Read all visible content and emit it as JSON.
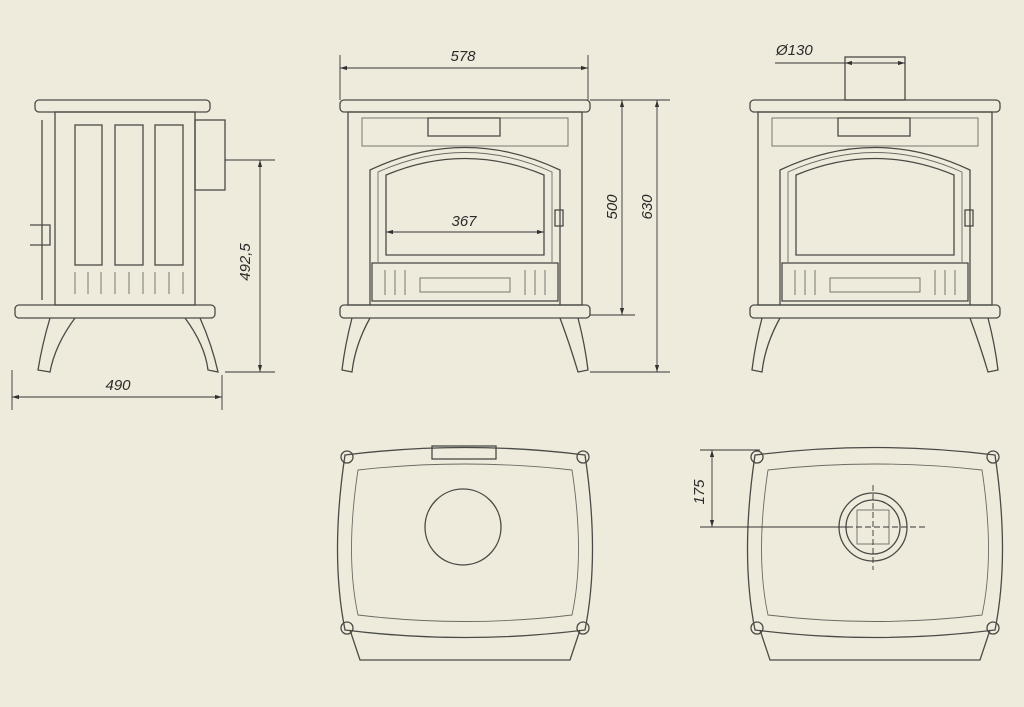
{
  "dimensions": {
    "flue_diameter": "Ø130",
    "front_width": "578",
    "glass_width": "367",
    "height_to_top": "500",
    "overall_height": "630",
    "side_height": "492,5",
    "side_depth": "490",
    "flue_offset": "175"
  },
  "colors": {
    "background": "#efebdc",
    "line": "#4a4a46"
  }
}
